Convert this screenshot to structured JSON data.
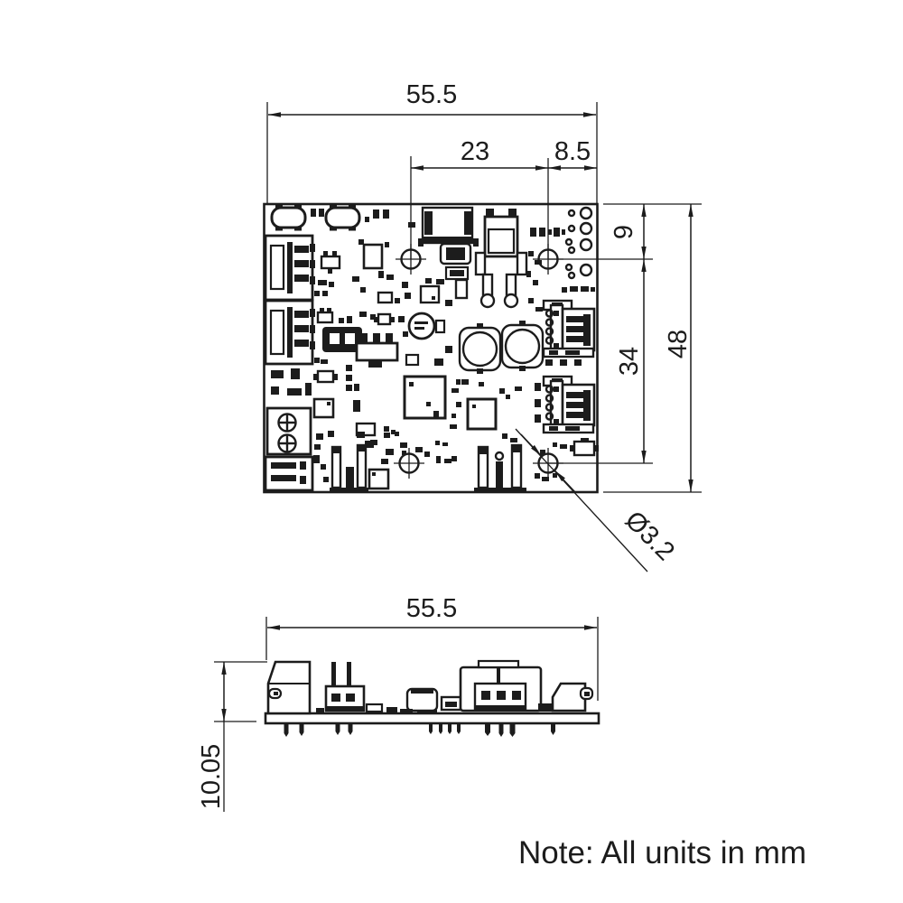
{
  "colors": {
    "line": "#1c1c1c",
    "background": "#ffffff"
  },
  "note": {
    "text": "Note: All units in mm"
  },
  "top_view": {
    "dims": {
      "width": "55.5",
      "hole_span_x": "23",
      "edge_to_hole_x": "8.5",
      "top_to_hole_y": "9",
      "hole_span_y": "34",
      "height": "48",
      "hole_diameter": "Ø3.2"
    }
  },
  "side_view": {
    "dims": {
      "width": "55.5",
      "height": "10.05"
    }
  }
}
